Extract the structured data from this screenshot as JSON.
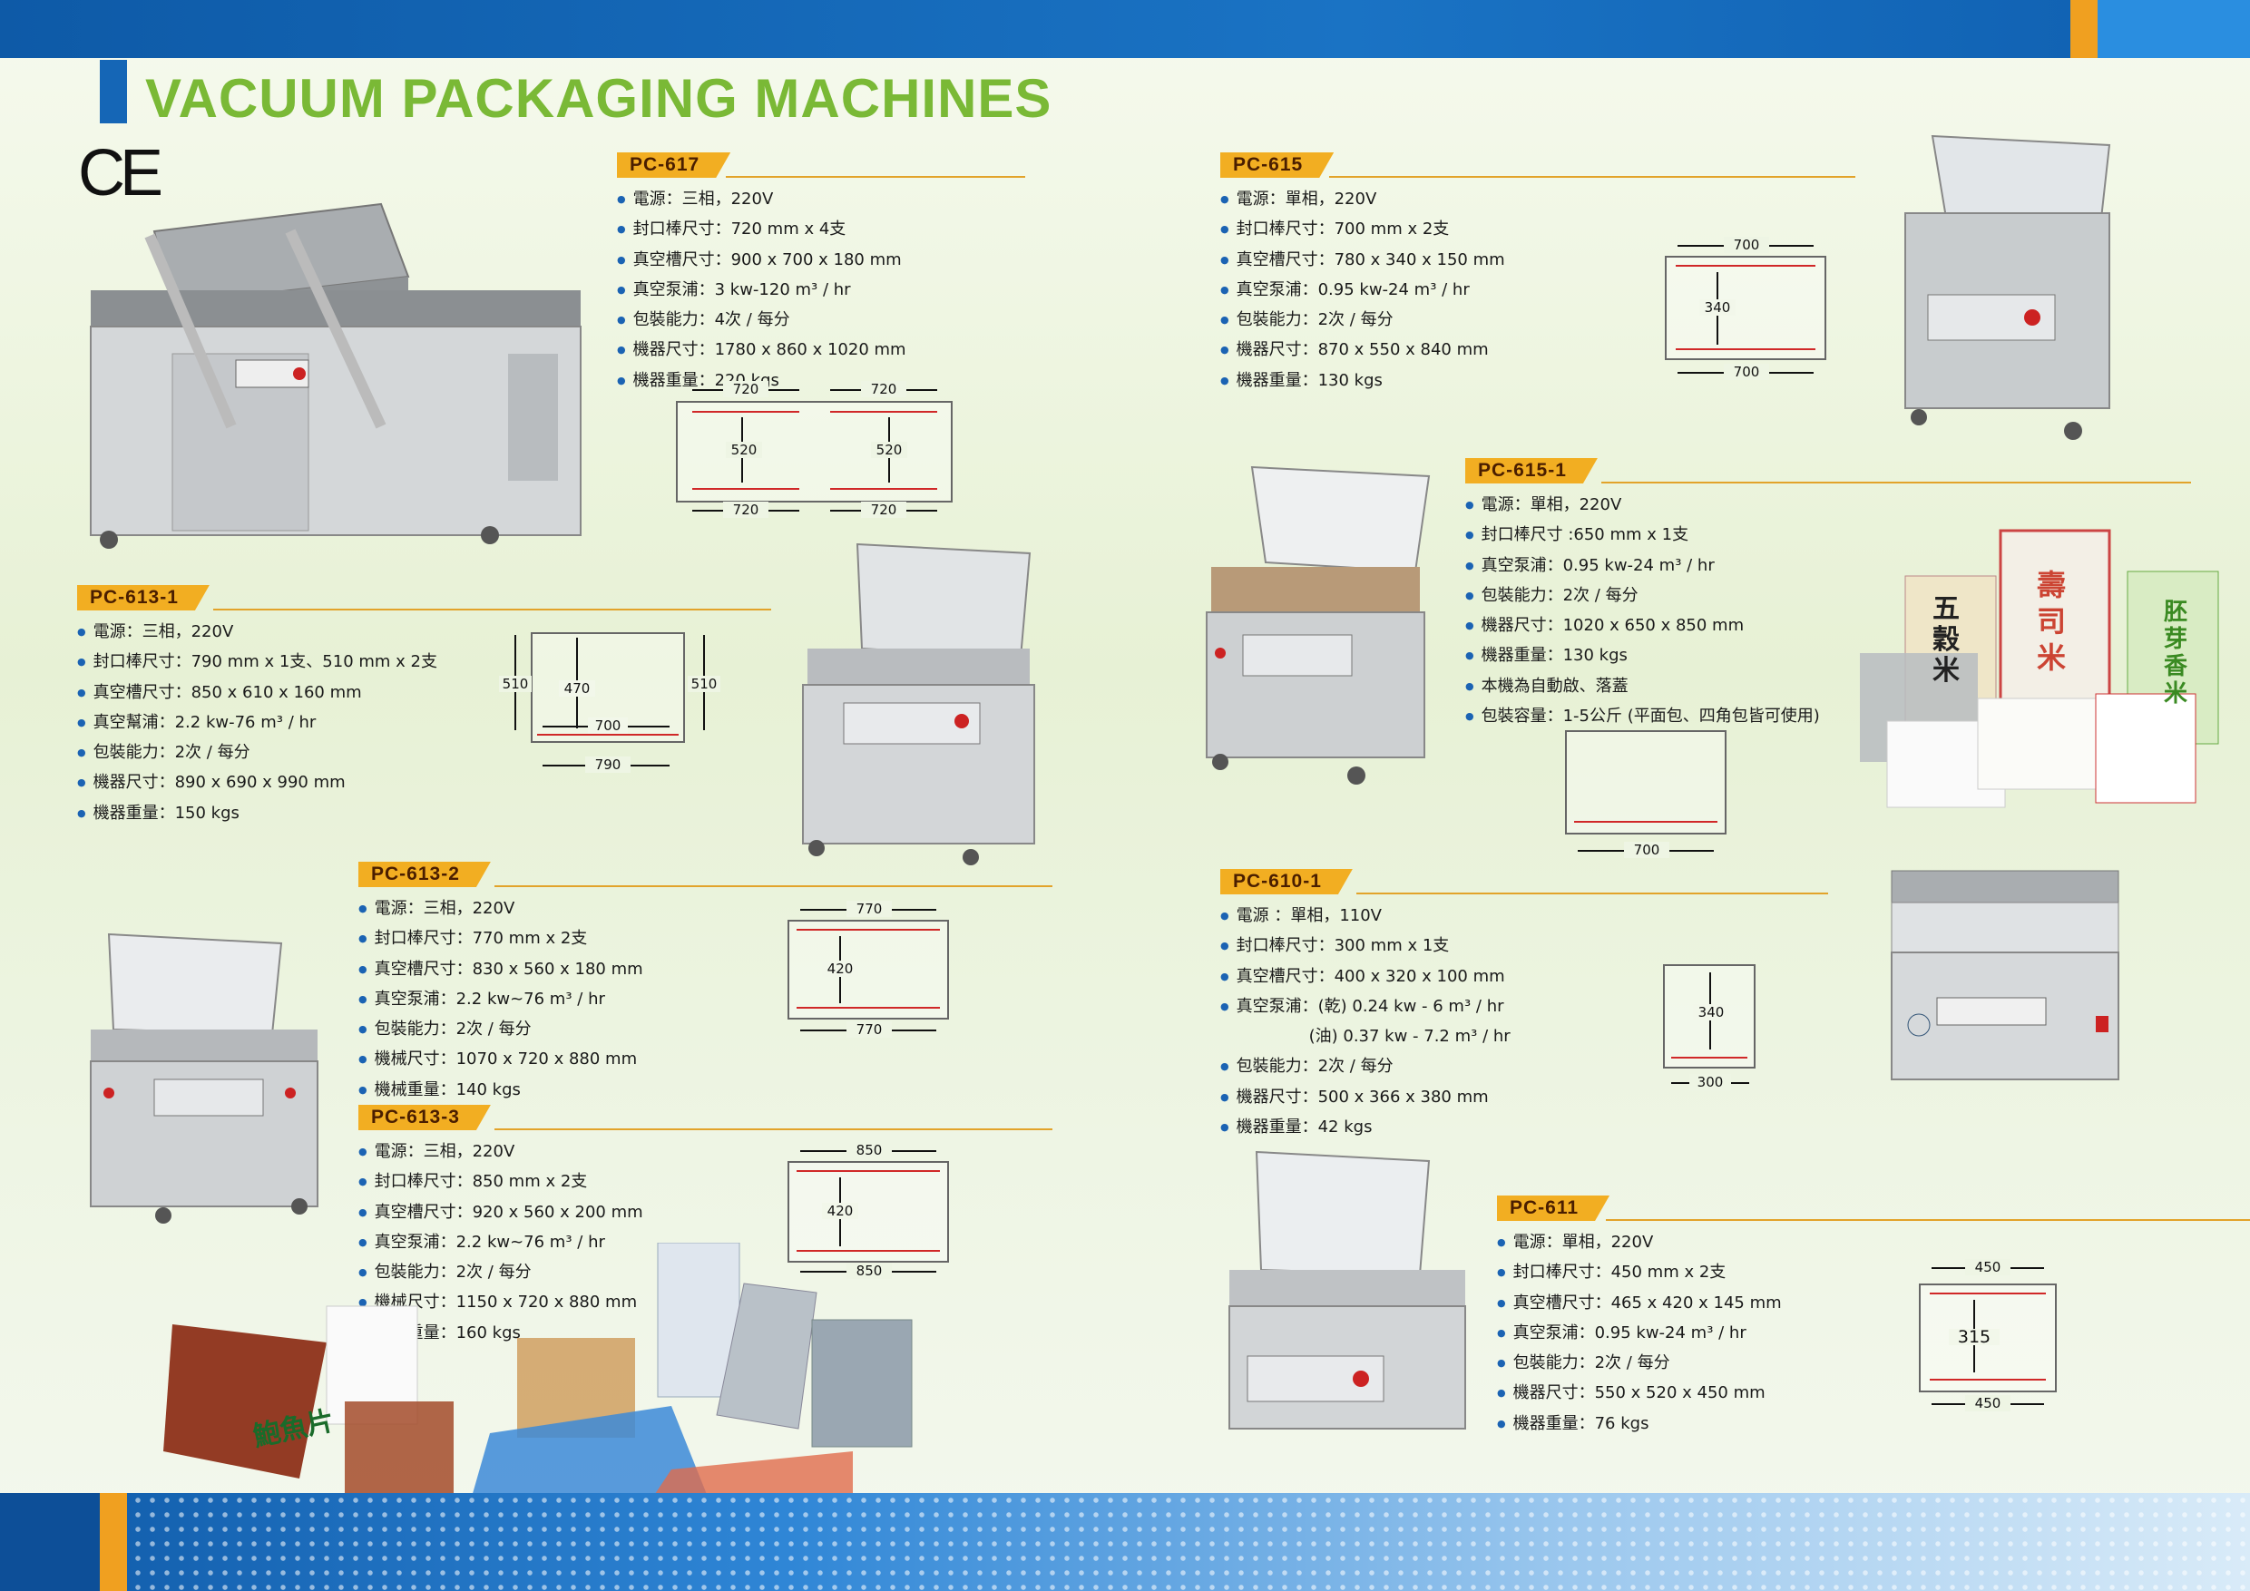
{
  "title": "VACUUM PACKAGING MACHINES",
  "ce_mark": "CE",
  "models": {
    "pc617": {
      "name": "PC-617",
      "specs": [
        "電源：三相，220V",
        "封口棒尺寸：720 mm x 4支",
        "真空槽尺寸：900 x 700 x 180 mm",
        "真空泵浦：3 kw-120 m³ / hr",
        "包裝能力：4次 / 每分",
        "機器尺寸：1780 x 860 x 1020 mm",
        "機器重量：220 kgs"
      ],
      "dims": {
        "w1": "720",
        "w2": "720",
        "h1": "520",
        "h2": "520",
        "b1": "720",
        "b2": "720"
      }
    },
    "pc615": {
      "name": "PC-615",
      "specs": [
        "電源：單相，220V",
        "封口棒尺寸：700 mm x 2支",
        "真空槽尺寸：780 x 340 x 150 mm",
        "真空泵浦：0.95 kw-24 m³ / hr",
        "包裝能力：2次 / 每分",
        "機器尺寸：870 x 550 x 840 mm",
        "機器重量：130 kgs"
      ],
      "dims": {
        "top": "700",
        "h": "340",
        "bottom": "700"
      }
    },
    "pc6151": {
      "name": "PC-615-1",
      "specs": [
        "電源：單相，220V",
        "封口棒尺寸 :650 mm x 1支",
        "真空泵浦：0.95 kw-24 m³ / hr",
        "包裝能力：2次 / 每分",
        "機器尺寸：1020 x 650 x 850 mm",
        "機器重量：130 kgs",
        "本機為自動啟、落蓋",
        "包裝容量：1-5公斤 (平面包、四角包皆可使用)"
      ],
      "dims": {
        "bottom": "700"
      }
    },
    "pc6131": {
      "name": "PC-613-1",
      "specs": [
        "電源：三相，220V",
        "封口棒尺寸：790 mm x 1支、510 mm x 2支",
        "真空槽尺寸：850 x 610 x 160 mm",
        "真空幫浦：2.2 kw-76 m³ / hr",
        "包裝能力：2次 / 每分",
        "機器尺寸：890 x 690 x 990 mm",
        "機器重量：150 kgs"
      ],
      "dims": {
        "left": "510",
        "mid": "470",
        "right": "510",
        "inner": "700",
        "bottom": "790"
      }
    },
    "pc6132": {
      "name": "PC-613-2",
      "specs": [
        "電源：三相，220V",
        "封口棒尺寸：770 mm x 2支",
        "真空槽尺寸：830 x 560 x 180 mm",
        "真空泵浦：2.2 kw~76 m³ / hr",
        "包裝能力：2次 / 每分",
        "機械尺寸：1070 x 720 x 880 mm",
        "機械重量：140 kgs"
      ],
      "dims": {
        "top": "770",
        "h": "420",
        "bottom": "770"
      }
    },
    "pc6133": {
      "name": "PC-613-3",
      "specs": [
        "電源：三相，220V",
        "封口棒尺寸：850 mm x 2支",
        "真空槽尺寸：920 x 560 x 200 mm",
        "真空泵浦：2.2 kw~76 m³ / hr",
        "包裝能力：2次 / 每分",
        "機械尺寸：1150 x 720 x 880 mm",
        "機械重量：160 kgs"
      ],
      "dims": {
        "top": "850",
        "h": "420",
        "bottom": "850"
      }
    },
    "pc6101": {
      "name": "PC-610-1",
      "specs": [
        "電源 ：單相，110V",
        "封口棒尺寸：300 mm x 1支",
        "真空槽尺寸：400 x 320 x 100 mm",
        "真空泵浦：(乾) 0.24 kw - 6 m³ / hr",
        "(油) 0.37 kw - 7.2 m³ / hr",
        "包裝能力：2次 / 每分",
        "機器尺寸：500 x 366 x 380 mm",
        "機器重量：42 kgs"
      ],
      "dims": {
        "h": "340",
        "bottom": "300"
      }
    },
    "pc611": {
      "name": "PC-611",
      "specs": [
        "電源：單相，220V",
        "封口棒尺寸：450 mm x 2支",
        "真空槽尺寸：465 x 420 x 145 mm",
        "真空泵浦：0.95 kw-24 m³ / hr",
        "包裝能力：2次 / 每分",
        "機器尺寸：550 x 520 x 450 mm",
        "機器重量：76 kgs"
      ],
      "dims": {
        "top": "450",
        "h": "315",
        "bottom": "450"
      }
    }
  },
  "package_labels": {
    "rice1": "五穀米",
    "rice2": "壽司米",
    "rice3": "胚芽香米",
    "meat": "鮑魚片"
  },
  "colors": {
    "accent_green": "#7ab936",
    "tag_orange": "#f2ae22",
    "brand_blue": "#1566b6",
    "bullet_blue": "#1b63b3"
  }
}
